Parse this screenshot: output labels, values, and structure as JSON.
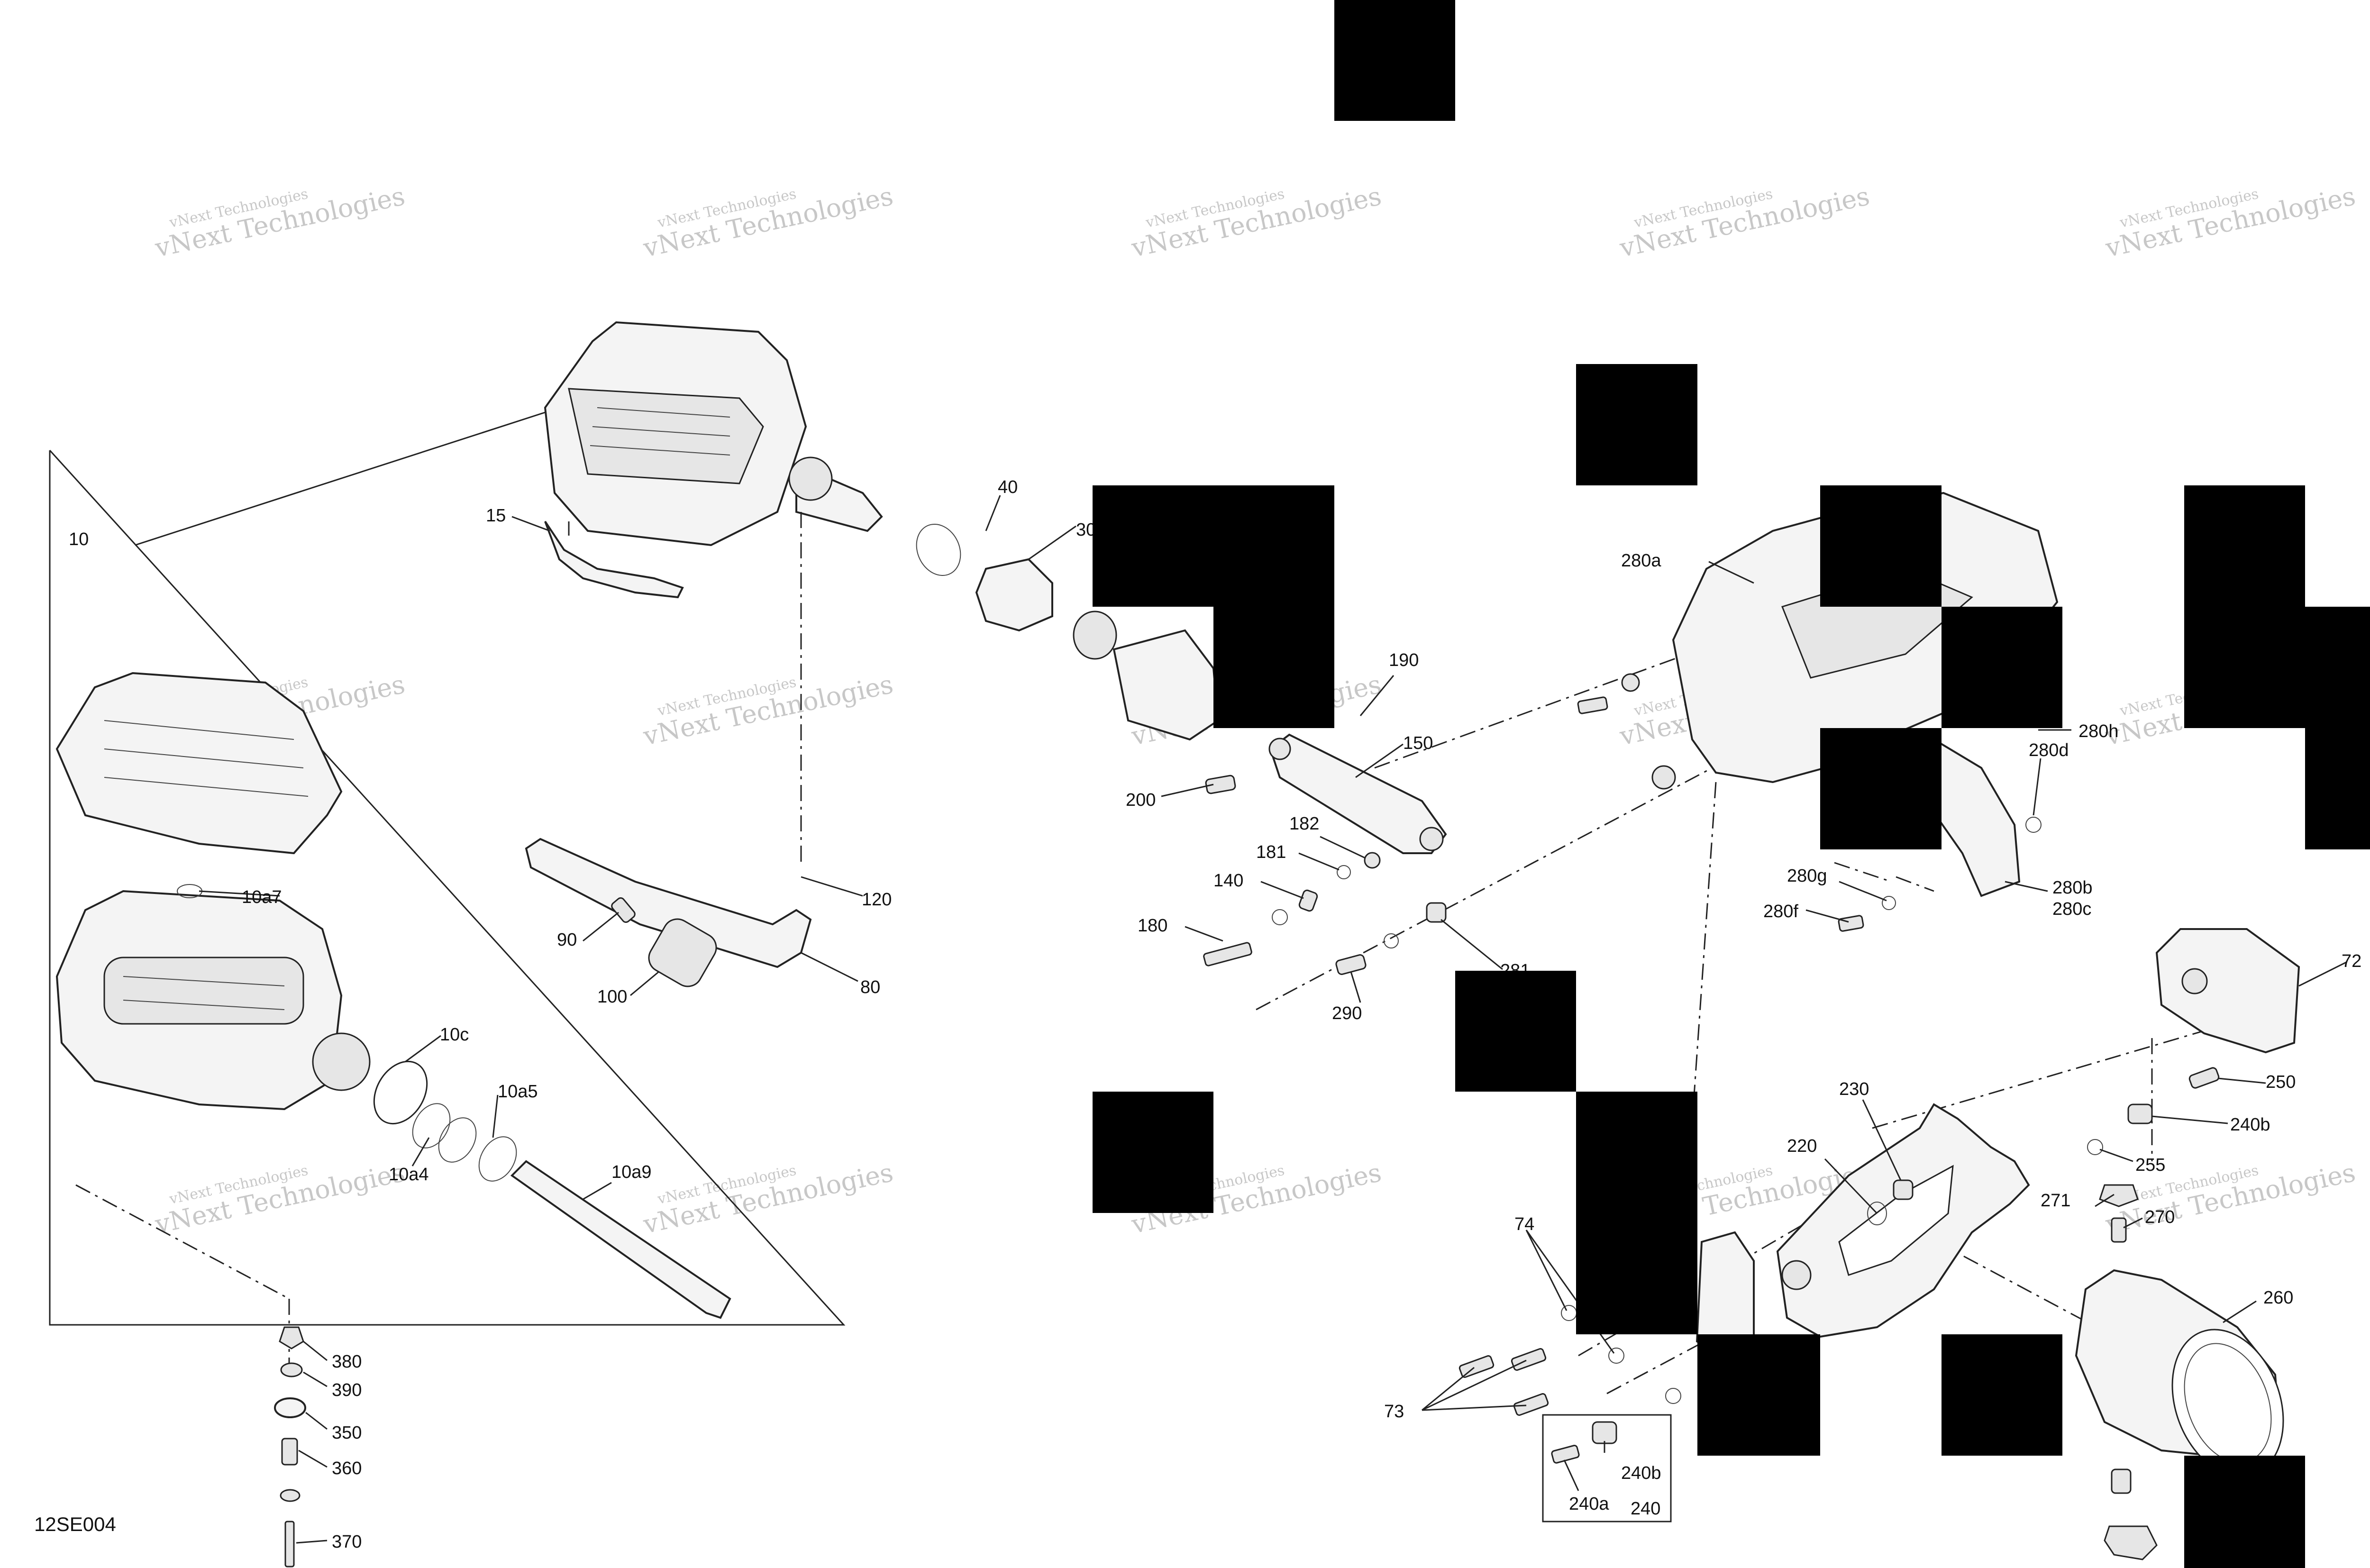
{
  "diagram_ref": "12SE004",
  "watermark": {
    "line1": "vNext Technologies",
    "line2": "vNext Technologies"
  },
  "callouts": {
    "c10": "10",
    "c15": "15",
    "c30": "30",
    "c40": "40",
    "c10a7": "10a7",
    "c10c": "10c",
    "c10a5": "10a5",
    "c10a4": "10a4",
    "c10a9": "10a9",
    "c90": "90",
    "c100": "100",
    "c80": "80",
    "c120": "120",
    "c190": "190",
    "c150": "150",
    "c200": "200",
    "c182": "182",
    "c181": "181",
    "c140": "140",
    "c180": "180",
    "c290": "290",
    "c281": "281",
    "c280a": "280a",
    "c280h": "280h",
    "c280d": "280d",
    "c280g": "280g",
    "c280f": "280f",
    "c280b": "280b",
    "c280c": "280c",
    "c72": "72",
    "c250": "250",
    "c240b_top": "240b",
    "c255": "255",
    "c270": "270",
    "c271": "271",
    "c230": "230",
    "c220": "220",
    "c74": "74",
    "c73": "73",
    "c260": "260",
    "c240b_box": "240b",
    "c240a": "240a",
    "c240": "240",
    "c380": "380",
    "c390": "390",
    "c350": "350",
    "c360": "360",
    "c370": "370"
  }
}
